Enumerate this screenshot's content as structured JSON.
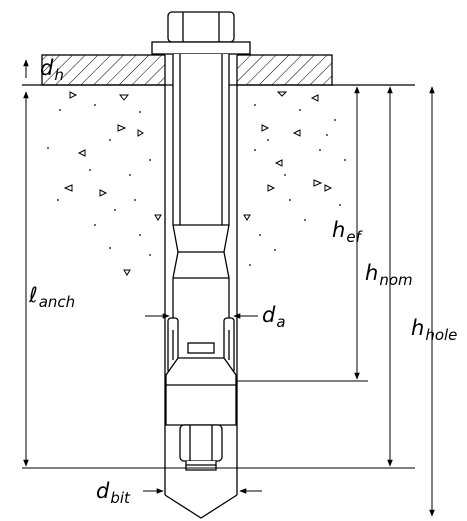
{
  "labels": {
    "dh": {
      "main": "d",
      "sub": "h"
    },
    "anch": {
      "main": "ℓ",
      "sub": "anch"
    },
    "hef": {
      "main": "h",
      "sub": "ef"
    },
    "hnom": {
      "main": "h",
      "sub": "nom"
    },
    "hhole": {
      "main": "h",
      "sub": "hole"
    },
    "da": {
      "main": "d",
      "sub": "a"
    },
    "dbit": {
      "main": "d",
      "sub": "bit"
    }
  },
  "colors": {
    "line": "#000000",
    "fill": "#ffffff",
    "hatch": "#000000"
  }
}
